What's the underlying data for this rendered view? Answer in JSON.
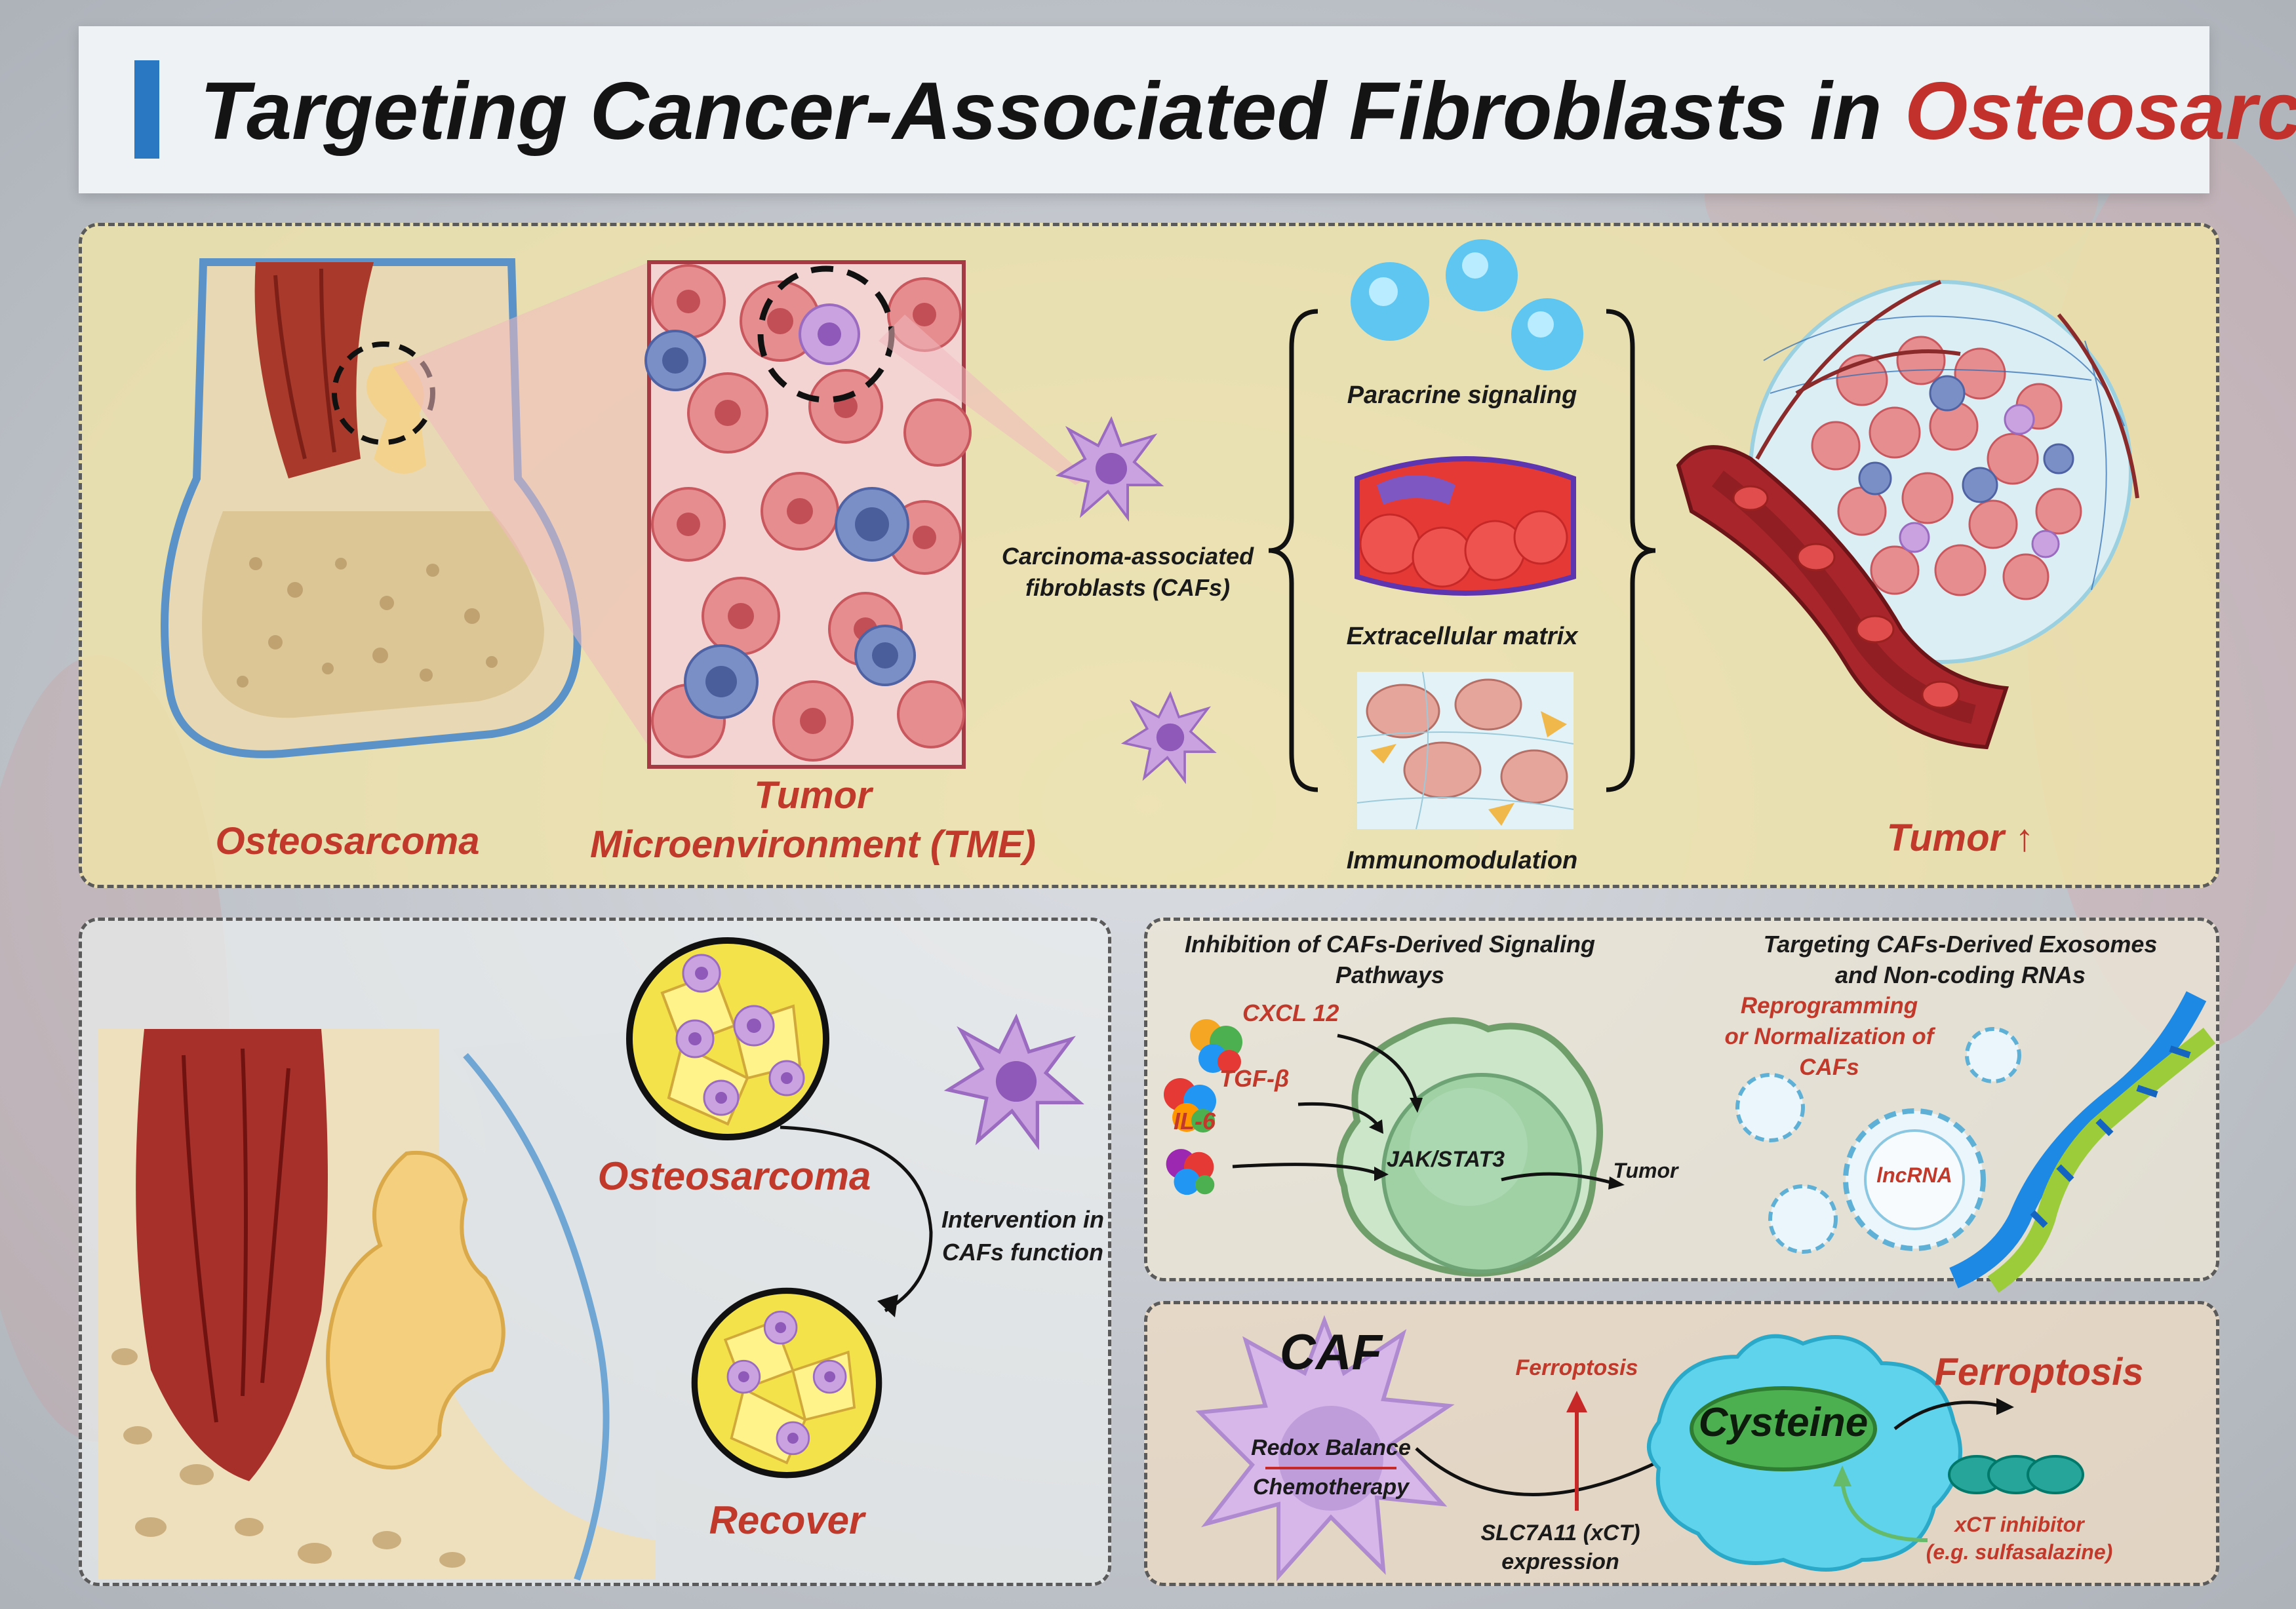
{
  "title": {
    "prefix": "Targeting Cancer-Associated Fibroblasts in ",
    "highlight": "Osteosarcoma"
  },
  "top_panel": {
    "osteosarcoma_label": "Osteosarcoma",
    "tme_label_line1": "Tumor",
    "tme_label_line2": "Microenvironment (TME)",
    "cafs_label_line1": "Carcinoma-associated",
    "cafs_label_line2": "fibroblasts (CAFs)",
    "paracrine_label": "Paracrine signaling",
    "ecm_label": "Extracellular matrix",
    "immuno_label": "Immunomodulation",
    "tumor_label": "Tumor",
    "tumor_arrow": "↑"
  },
  "bottom_left_panel": {
    "osteosarcoma_label": "Osteosarcoma",
    "recover_label": "Recover",
    "intervention_line1": "Intervention in",
    "intervention_line2": "CAFs function"
  },
  "signaling_panel": {
    "heading_line1": "Inhibition of CAFs-Derived Signaling",
    "heading_line2": "Pathways",
    "cxcl12": "CXCL 12",
    "tgfb": "TGF-β",
    "il6": "IL-6",
    "jak_stat3": "JAK/STAT3",
    "tumor": "Tumor",
    "exosome_heading_line1": "Targeting CAFs-Derived Exosomes",
    "exosome_heading_line2": "and Non-coding RNAs",
    "reprog_line1": "Reprogramming",
    "reprog_line2": "or Normalization of",
    "reprog_line3": "CAFs",
    "lncrna": "lncRNA"
  },
  "ferroptosis_panel": {
    "caf": "CAF",
    "redox": "Redox Balance",
    "chemo": "Chemotherapy",
    "slc_line1": "SLC7A11 (xCT)",
    "slc_line2": "expression",
    "ferroptosis_small": "Ferroptosis",
    "cysteine": "Cysteine",
    "ferroptosis_big": "Ferroptosis",
    "xct_line1": "xCT inhibitor",
    "xct_line2": "(e.g. sulfasalazine)"
  }
}
